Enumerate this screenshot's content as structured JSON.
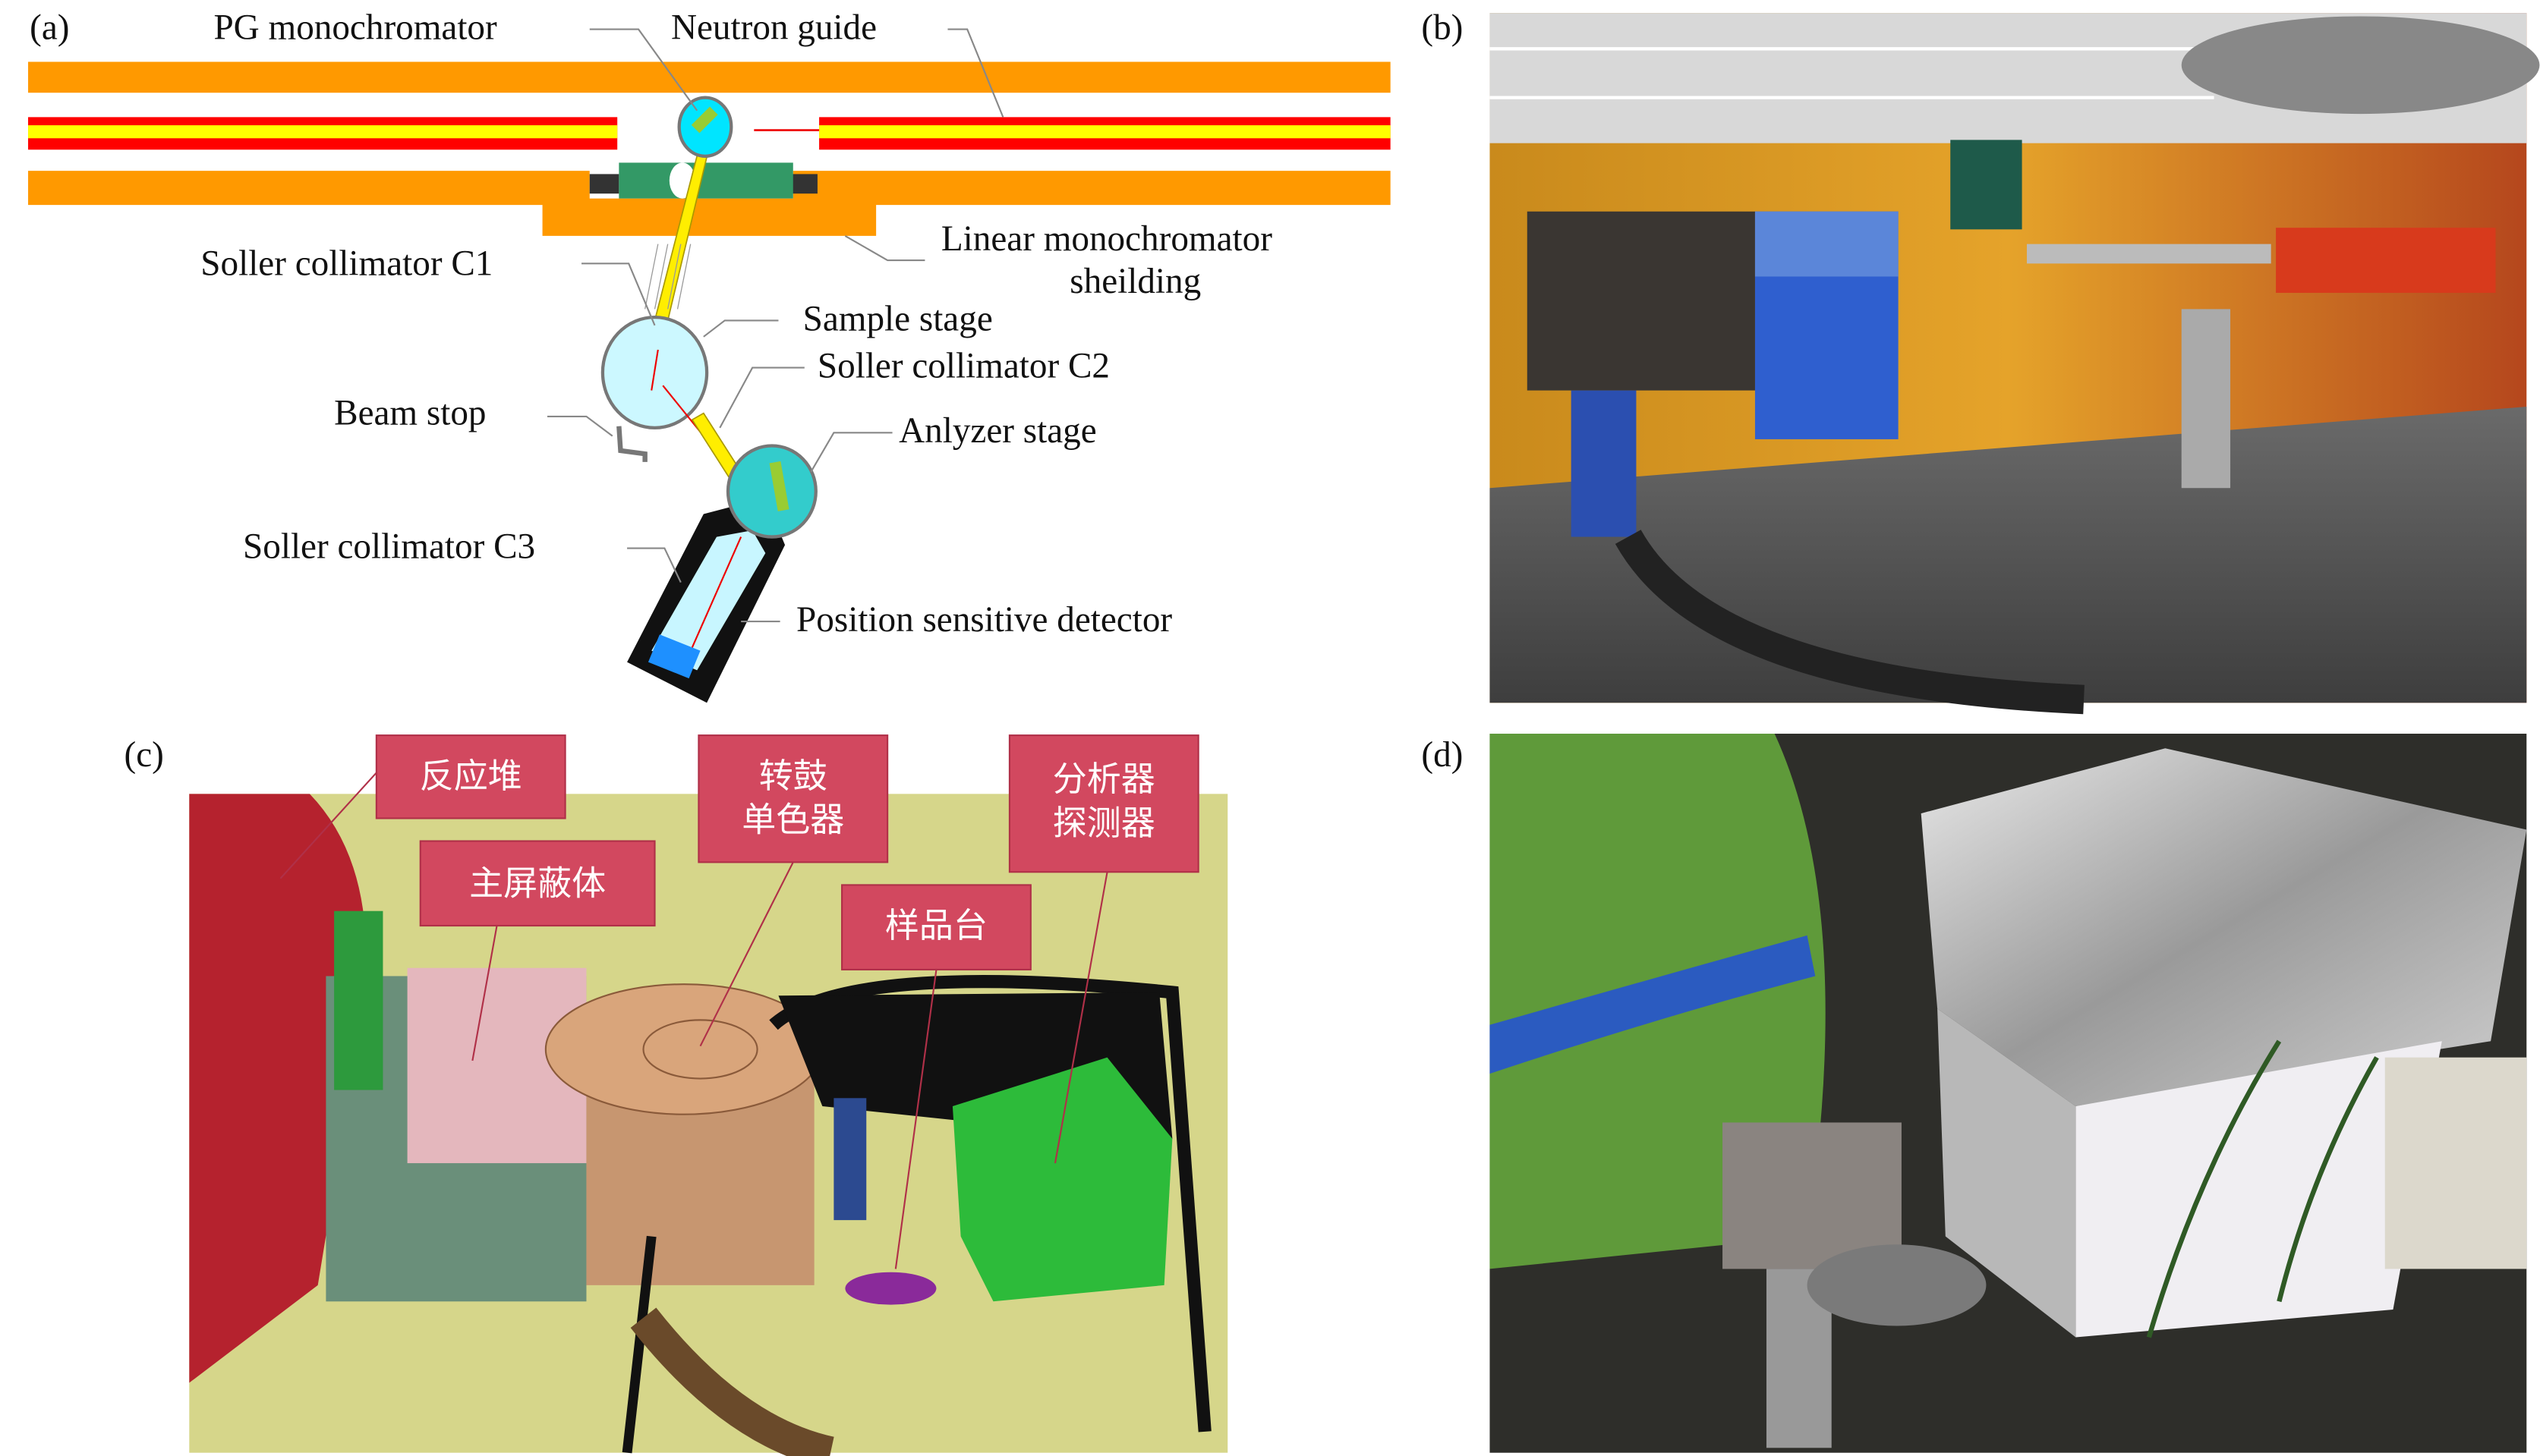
{
  "panels": {
    "a": {
      "tag": "(a)",
      "labels": {
        "pg_monochromator": "PG monochromator",
        "neutron_guide": "Neutron guide",
        "linear_shielding_1": "Linear monochromator",
        "linear_shielding_2": "sheilding",
        "soller_c1": "Soller collimator C1",
        "sample_stage": "Sample stage",
        "soller_c2": "Soller collimator C2",
        "beam_stop": "Beam stop",
        "analyzer_stage": "Anlyzer stage",
        "soller_c3": "Soller collimator C3",
        "psd": "Position sensitive detector"
      }
    },
    "b": {
      "tag": "(b)"
    },
    "c": {
      "tag": "(c)",
      "labels": {
        "reactor": "反应堆",
        "main_shielding": "主屏蔽体",
        "drum_1": "转鼓",
        "drum_2": "单色器",
        "sample_table": "样品台",
        "analyzer_1": "分析器",
        "analyzer_2": "探测器"
      }
    },
    "d": {
      "tag": "(d)"
    }
  },
  "colors": {
    "shielding": "#ff9900",
    "guide_red": "#ff0000",
    "guide_yellow": "#ffff00",
    "callout": "#d2485f",
    "floor": "#d6d68a"
  }
}
